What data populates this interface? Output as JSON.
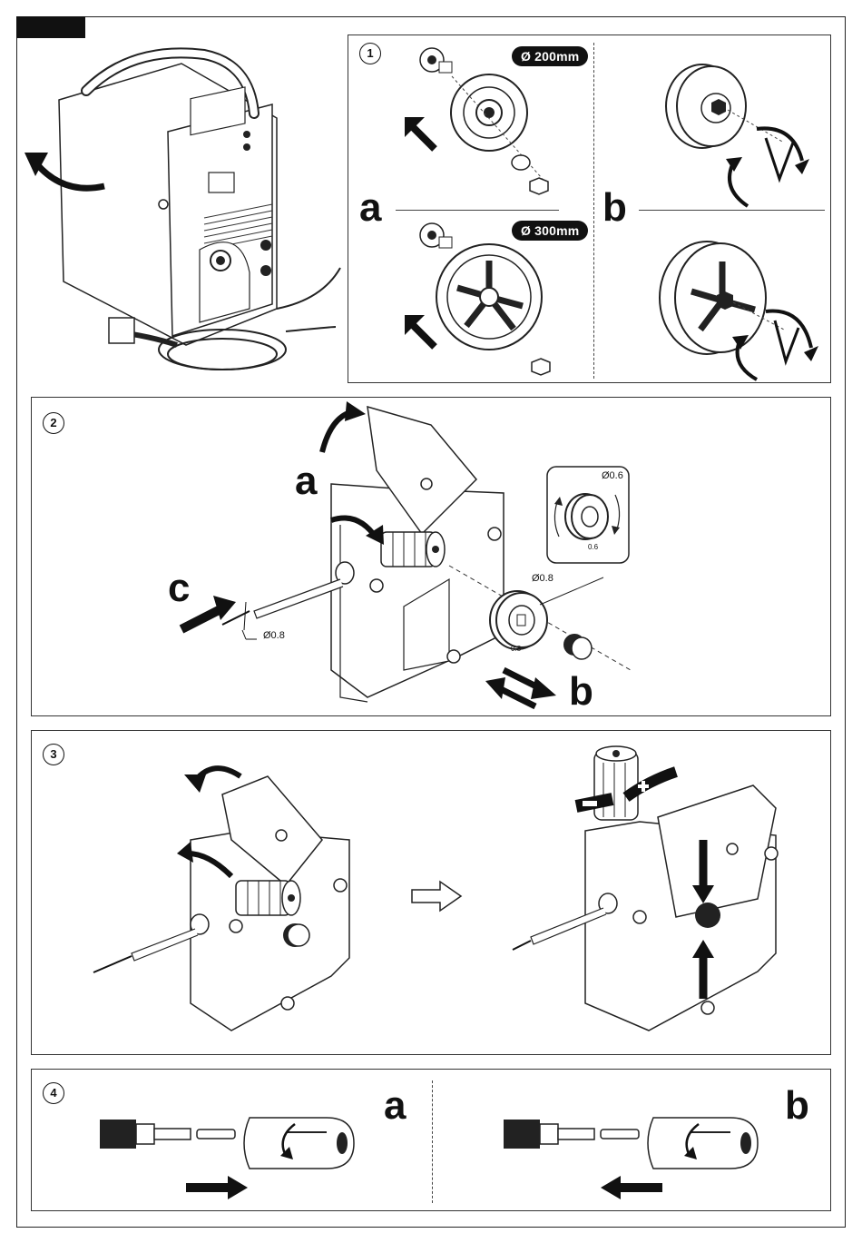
{
  "step1": {
    "number": "1",
    "letter_a": "a",
    "letter_b": "b",
    "badge_small": "Ø 200mm",
    "badge_large": "Ø 300mm"
  },
  "step2": {
    "number": "2",
    "letter_a": "a",
    "letter_b": "b",
    "letter_c": "c",
    "wire_dia": "Ø0.8",
    "roller_dia": "Ø0.8",
    "roller_mark": "0.8",
    "inset_dia": "Ø0.6",
    "inset_mark": "0.6"
  },
  "step3": {
    "number": "3"
  },
  "step4": {
    "number": "4",
    "letter_a": "a",
    "letter_b": "b"
  },
  "icons": [
    "welder-machine-illustration",
    "spool-icon",
    "hex-key-icon",
    "wire-feeder-illustration",
    "torch-tip-icon",
    "arrow-icon"
  ]
}
